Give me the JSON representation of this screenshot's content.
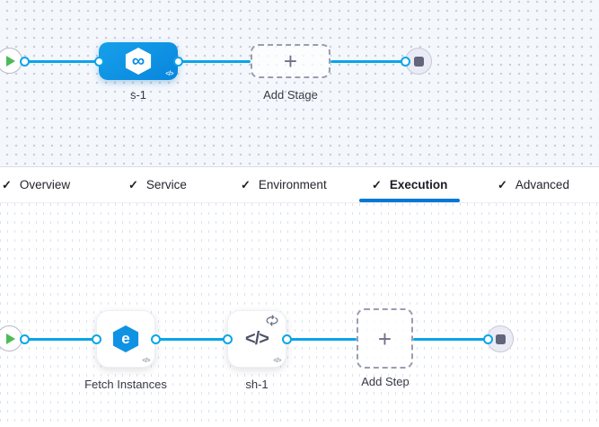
{
  "check_glyph": "✓",
  "plus_glyph": "+",
  "code_glyph": "</>",
  "infinity_glyph": "∞",
  "fetch_glyph": "e",
  "tabs": [
    {
      "label": "Overview",
      "checked": true,
      "active": false
    },
    {
      "label": "Service",
      "checked": true,
      "active": false
    },
    {
      "label": "Environment",
      "checked": true,
      "active": false
    },
    {
      "label": "Execution",
      "checked": true,
      "active": true
    },
    {
      "label": "Advanced",
      "checked": true,
      "active": false
    }
  ],
  "stage_pipeline": {
    "stage_label": "s-1",
    "add_stage_label": "Add Stage"
  },
  "execution_pipeline": {
    "steps": [
      {
        "label": "Fetch Instances"
      },
      {
        "label": "sh-1"
      }
    ],
    "add_step_label": "Add Step"
  },
  "colors": {
    "accent_blue": "#0278D5",
    "connector_blue": "#0AA5E9",
    "stage_node_blue": "#0B91E2",
    "canvas_top_bg": "#F4F8FD",
    "play_green": "#4CBB57"
  }
}
